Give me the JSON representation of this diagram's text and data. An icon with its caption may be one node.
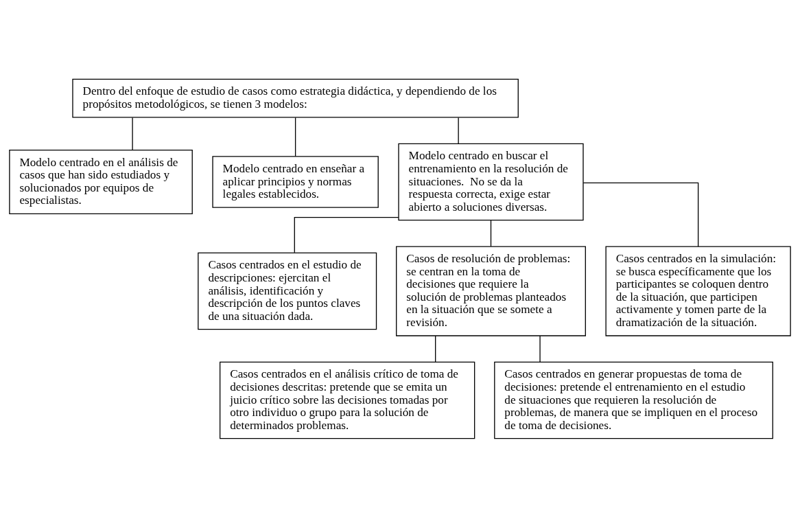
{
  "diagram": {
    "nodes": [
      {
        "text": [
          "Dentro del enfoque de estudio de casos como estrategia didáctica, y dependiendo de los propósitos metodológicos, se tienen 3 modelos:"
        ]
      },
      {
        "text": [
          "Modelo centrado en el análisis de casos que han sido estudiados y solucionados por equipos de especialistas."
        ]
      },
      {
        "text": [
          "Modelo centrado en enseñar a aplicar principios y normas legales establecidos."
        ]
      },
      {
        "text": [
          "Modelo centrado en buscar el entrenamiento en la resolución de situaciones.  No se da la respuesta correcta, exige estar abierto a soluciones diversas."
        ]
      },
      {
        "text": [
          "Casos centrados en el estudio de descripciones: ejercitan el análisis, identificación y descripción de los puntos claves de una situación dada."
        ]
      },
      {
        "text": [
          "Casos de resolución de problemas: se centran en la toma de decisiones que requiere la solución de problemas planteados en la situación que se somete a revisión."
        ]
      },
      {
        "text": [
          "Casos centrados en la simulación: se busca específicamente que los participantes se coloquen dentro de la situación, que participen activamente y tomen parte de la dramatización de la situación."
        ]
      },
      {
        "text": [
          "Casos centrados en el análisis crítico de toma de decisiones descritas: pretende que se emita un juicio crítico sobre las decisiones tomadas por otro individuo o grupo para la solución de determinados problemas."
        ]
      },
      {
        "text": [
          "Casos centrados en generar propuestas de toma de decisiones: pretende el entrenamiento en el estudio de situaciones que requieren la resolución de problemas, de manera que se impliquen en el proceso de toma de decisiones."
        ]
      }
    ],
    "edges": [
      {
        "from": 0,
        "to": 1,
        "arrow": "none"
      },
      {
        "from": 0,
        "to": 2,
        "arrow": "none"
      },
      {
        "from": 0,
        "to": 3,
        "arrow": "none"
      },
      {
        "from": 3,
        "to": 4,
        "arrow": "none"
      },
      {
        "from": 3,
        "to": 5,
        "arrow": "none"
      },
      {
        "from": 3,
        "to": 6,
        "arrow": "none"
      },
      {
        "from": 5,
        "to": 7,
        "arrow": "none"
      },
      {
        "from": 5,
        "to": 8,
        "arrow": "none"
      }
    ]
  }
}
